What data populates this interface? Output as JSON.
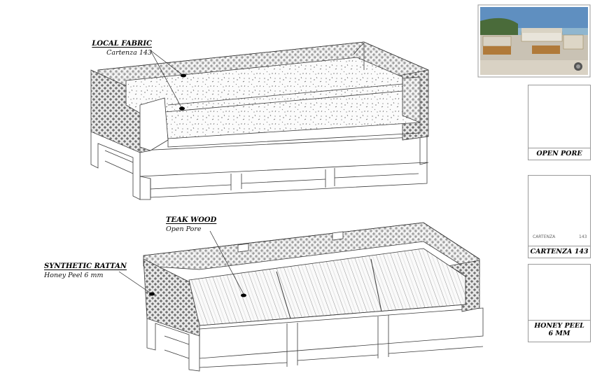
{
  "callouts": {
    "local_fabric": {
      "title": "LOCAL FABRIC",
      "subtitle": "Cartenza 143"
    },
    "teak_wood": {
      "title": "TEAK WOOD",
      "subtitle": "Open Pore"
    },
    "synthetic_rattan": {
      "title": "SYNTHETIC RATTAN",
      "subtitle": "Honey Peel 6 mm"
    }
  },
  "swatches": {
    "open_pore": {
      "label": "OPEN PORE",
      "color": "#b5822a"
    },
    "cartenza": {
      "label": "CARTENZA 143",
      "caption": "CARTENZA",
      "code": "143",
      "color": "#cdcabb"
    },
    "honey_peel": {
      "label_line1": "HONEY PEEL",
      "label_line2": "6 MM",
      "color": "#8d7a4c"
    }
  },
  "colors": {
    "line": "#3a3a3a",
    "fabric_dot": "#555555"
  }
}
